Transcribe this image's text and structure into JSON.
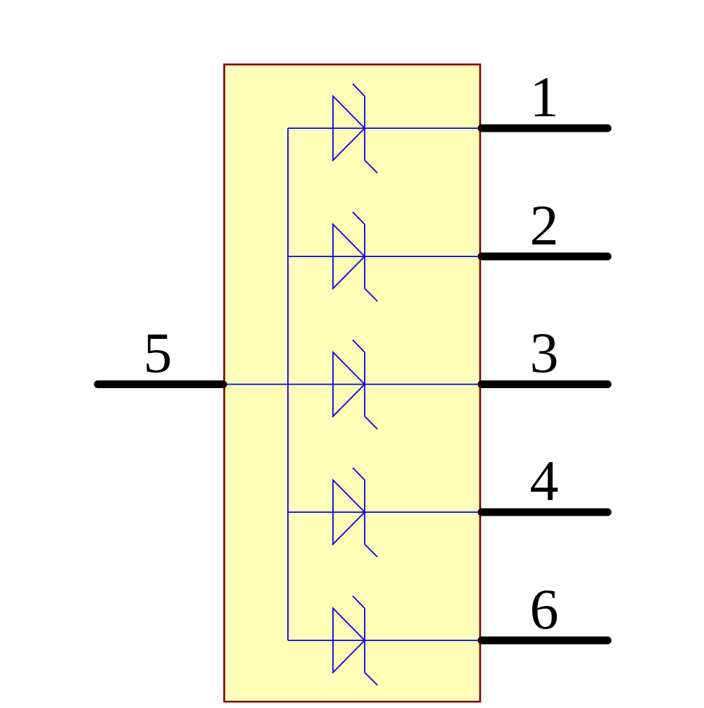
{
  "component": {
    "diode_count": 5,
    "right_pins": [
      {
        "number": "1"
      },
      {
        "number": "2"
      },
      {
        "number": "3"
      },
      {
        "number": "4"
      },
      {
        "number": "6"
      }
    ],
    "left_pins": [
      {
        "number": "5"
      }
    ]
  },
  "colors": {
    "background": "#FFFFFF",
    "body_fill": "#FFFFB9",
    "body_outline": "#7F0000",
    "symbol_lines": "#0000DC",
    "pin_lines": "#000000",
    "pin_labels": "#000000"
  }
}
